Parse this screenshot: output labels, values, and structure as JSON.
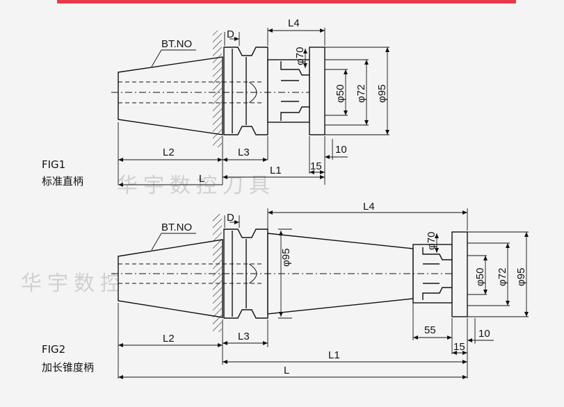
{
  "fig1": {
    "label": "FIG1",
    "caption": "标准直柄",
    "bt": "BT.NO",
    "d": "D",
    "dims": {
      "L4": "L4",
      "L3": "L3",
      "L2": "L2",
      "L1": "L1",
      "L": "L",
      "phi70": "φ70",
      "phi50": "φ50",
      "phi72": "φ72",
      "phi95": "φ95",
      "d10": "10",
      "d15": "15"
    }
  },
  "fig2": {
    "label": "FIG2",
    "caption": "加长锥度柄",
    "bt": "BT.NO",
    "d": "D",
    "dims": {
      "L4": "L4",
      "L3": "L3",
      "L2": "L2",
      "L1": "L1",
      "L": "L",
      "phi70": "φ70",
      "phi95_body": "φ95",
      "phi50": "φ50",
      "phi72": "φ72",
      "phi95": "φ95",
      "d55": "55",
      "d10": "10",
      "d15": "15"
    }
  },
  "watermark": "华宇数控刀具",
  "colors": {
    "top_bar": "#e8394a",
    "line": "#111111",
    "watermark": "#d0d0d0"
  }
}
